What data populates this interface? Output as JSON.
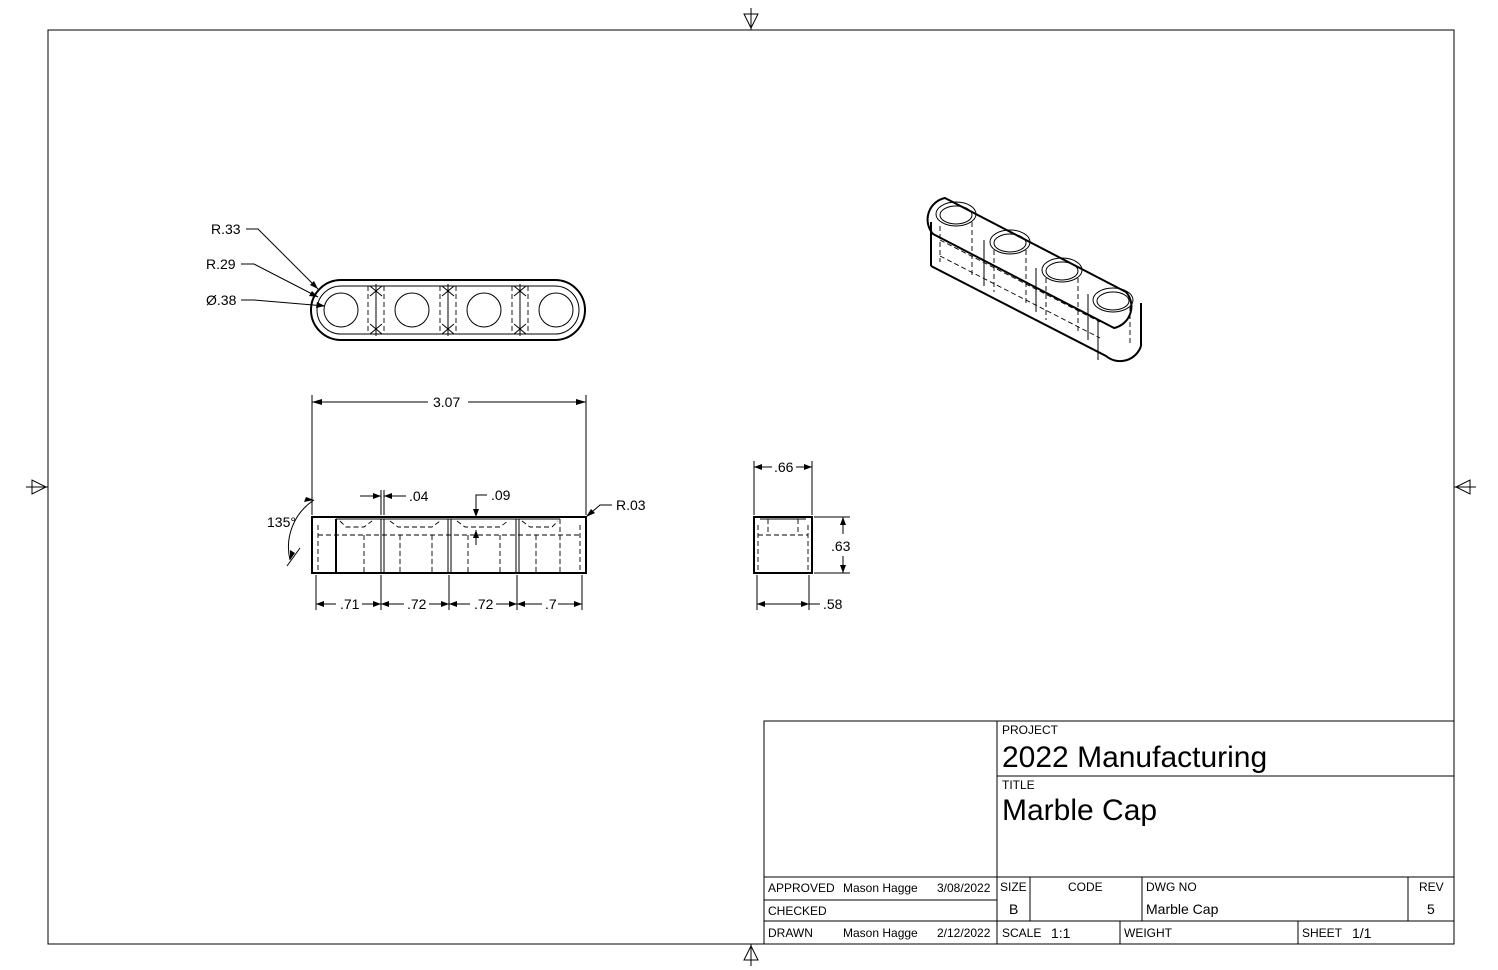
{
  "top_view": {
    "callouts": [
      "R.33",
      "R.29",
      "Ø.38"
    ]
  },
  "front_view": {
    "overall_width": "3.07",
    "angle": "135°",
    "small_dims": [
      ".04",
      ".09"
    ],
    "edge_radius": "R.03",
    "spacings": [
      ".71",
      ".72",
      ".72",
      ".7"
    ]
  },
  "side_view": {
    "width_top": ".66",
    "height": ".63",
    "width_bottom": ".58"
  },
  "title_block": {
    "project_label": "PROJECT",
    "project": "2022 Manufacturing",
    "title_label": "TITLE",
    "title": "Marble Cap",
    "approved_label": "APPROVED",
    "approved_name": "Mason Hagge",
    "approved_date": "3/08/2022",
    "checked_label": "CHECKED",
    "drawn_label": "DRAWN",
    "drawn_name": "Mason Hagge",
    "drawn_date": "2/12/2022",
    "size_label": "SIZE",
    "size": "B",
    "code_label": "CODE",
    "dwg_no_label": "DWG NO",
    "dwg_no": "Marble Cap",
    "rev_label": "REV",
    "rev": "5",
    "scale_label": "SCALE",
    "scale": "1:1",
    "weight_label": "WEIGHT",
    "sheet_label": "SHEET",
    "sheet": "1/1"
  }
}
